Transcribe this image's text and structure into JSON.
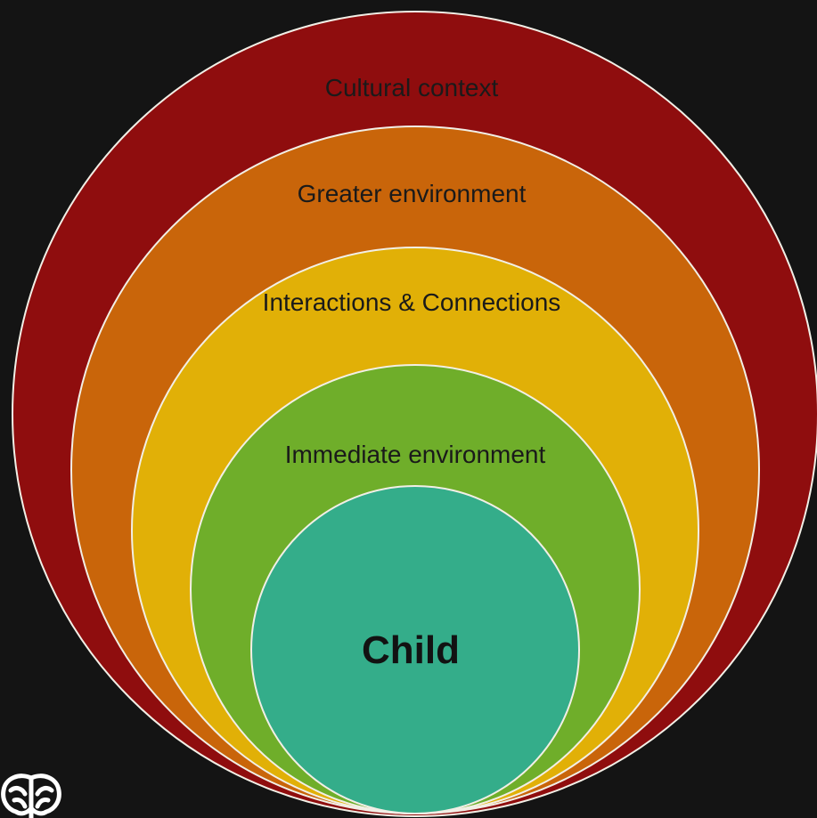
{
  "diagram": {
    "background_color": "#141414",
    "ring_stroke_color": "#f2efe6",
    "rings": [
      {
        "label": "Cultural context",
        "color": "#8f0d0e"
      },
      {
        "label": "Greater environment",
        "color": "#c9650a"
      },
      {
        "label": "Interactions & Connections",
        "color": "#e1b007"
      },
      {
        "label": "Immediate environment",
        "color": "#6fae2a"
      }
    ],
    "center": {
      "label": "Child",
      "color": "#34ad8a"
    }
  },
  "corner_logo": {
    "icon": "brain-logo-icon",
    "color": "#ffffff"
  }
}
